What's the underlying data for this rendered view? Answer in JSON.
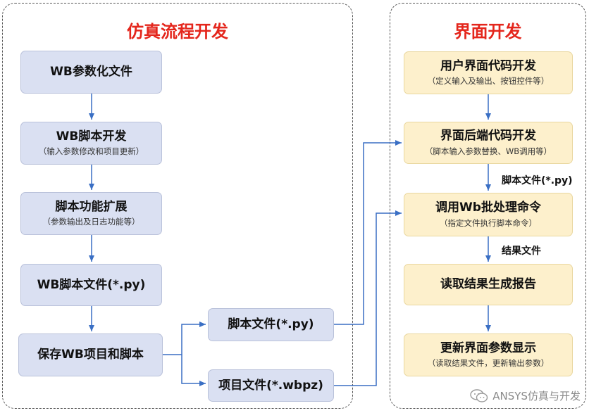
{
  "groups": {
    "sim": {
      "title": "仿真流程开发"
    },
    "ui": {
      "title": "界面开发"
    }
  },
  "sim_boxes": {
    "b1": {
      "main": "WB参数化文件"
    },
    "b2": {
      "main": "WB脚本开发",
      "sub": "（输入参数修改和项目更新）"
    },
    "b3": {
      "main": "脚本功能扩展",
      "sub": "（参数输出及日志功能等）"
    },
    "b4": {
      "main": "WB脚本文件(*.py)"
    },
    "b5": {
      "main": "保存WB项目和脚本"
    },
    "f1": {
      "main": "脚本文件(*.py)"
    },
    "f2": {
      "main": "项目文件(*.wbpz)"
    }
  },
  "ui_boxes": {
    "u1": {
      "main": "用户界面代码开发",
      "sub": "（定义输入及输出、按钮控件等）"
    },
    "u2": {
      "main": "界面后端代码开发",
      "sub": "（脚本输入参数替换、WB调用等）"
    },
    "u3": {
      "main": "调用Wb批处理命令",
      "sub": "（指定文件执行脚本命令）"
    },
    "u4": {
      "main": "读取结果生成报告"
    },
    "u5": {
      "main": "更新界面参数显示",
      "sub": "（读取结果文件，更新输出参数）"
    }
  },
  "edge_labels": {
    "script_file": "脚本文件(*.py)",
    "result_file": "结果文件"
  },
  "watermark": {
    "text": "ANSYS仿真与开发",
    "icon": "wechat-icon"
  },
  "colors": {
    "title": "#e4261c",
    "sim_box": "#dae0f2",
    "ui_box": "#fdf0cc",
    "arrow": "#3a6fc4"
  }
}
